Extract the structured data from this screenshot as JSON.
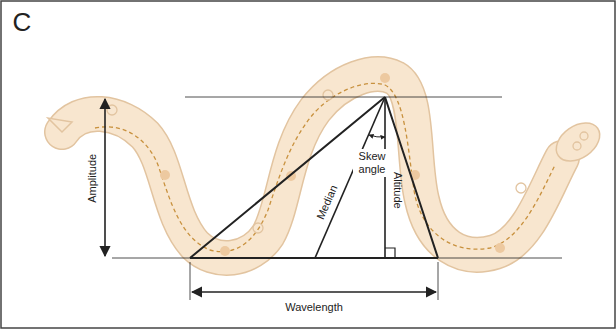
{
  "diagram": {
    "labels": [
      "C",
      "Amplitude",
      "Skew angle",
      "Median",
      "Altitude",
      "Wavelength"
    ]
  }
}
